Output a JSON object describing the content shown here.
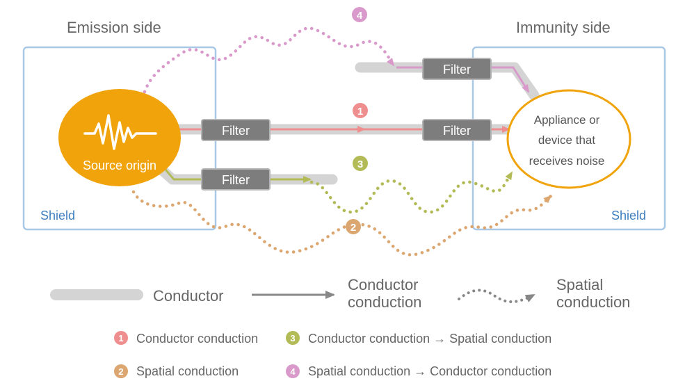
{
  "titles": {
    "emission": "Emission side",
    "immunity": "Immunity side"
  },
  "shield_labels": {
    "left": "Shield",
    "right": "Shield"
  },
  "source": {
    "label": "Source origin"
  },
  "receiver": {
    "line1": "Appliance or",
    "line2": "device that",
    "line3": "receives noise"
  },
  "filters": {
    "emit_main": "Filter",
    "emit_lower": "Filter",
    "recv_top": "Filter",
    "recv_main": "Filter"
  },
  "path_numbers": {
    "p1": "1",
    "p2": "2",
    "p3": "3",
    "p4": "4"
  },
  "legend": {
    "conductor": "Conductor",
    "conductor_conduction_l1": "Conductor",
    "conductor_conduction_l2": "conduction",
    "spatial_conduction_l1": "Spatial",
    "spatial_conduction_l2": "conduction"
  },
  "key": [
    {
      "num": "1",
      "text": "Conductor conduction"
    },
    {
      "num": "2",
      "text": "Spatial conduction"
    },
    {
      "num": "3",
      "text": "Conductor conduction → Spatial conduction"
    },
    {
      "num": "4",
      "text": "Spatial conduction → Conductor conduction"
    }
  ],
  "colors": {
    "shield": "#a9c8e6",
    "shield_text": "#3f7fc0",
    "conductor": "#d4d4d4",
    "filter": "#7d7d7d",
    "source": "#f0a30a",
    "path1": "#ef8e8e",
    "path2": "#dba670",
    "path3": "#b2bb55",
    "path4": "#d99acb",
    "text": "#666666"
  }
}
